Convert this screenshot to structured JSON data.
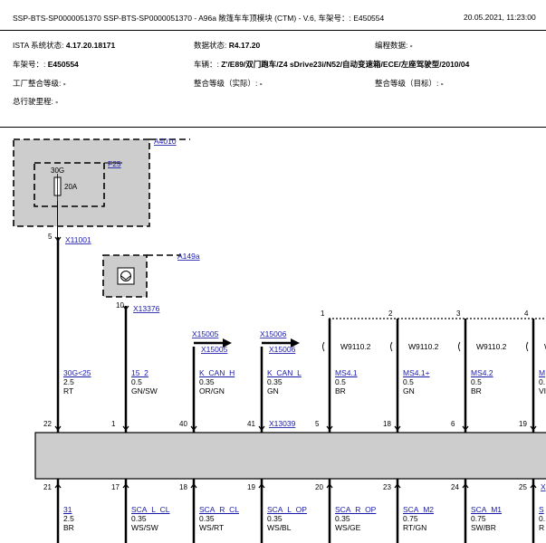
{
  "header": {
    "title": "SSP-BTS-SP0000051370 SSP-BTS-SP0000051370 - A96a 敞篷车车顶模块 (CTM) - V.6, 车架号：: E450554",
    "datetime": "20.05.2021, 11:23:00"
  },
  "info": {
    "ista_label": "ISTA 系统状态: ",
    "ista_value": "4.17.20.18171",
    "data_label": "数据状态: ",
    "data_value": "R4.17.20",
    "prog_label": "编程数据: ",
    "prog_value": "-",
    "vin_label": "车架号：: ",
    "vin_value": "E450554",
    "vehicle_label": "车辆：: ",
    "vehicle_value": "Z'/E89/双门跑车/Z4 sDrive23i/N52/自动变速箱/ECE/左座驾驶型/2010/04",
    "factory_label": "工厂整合等级: ",
    "factory_value": "-",
    "actual_label": "整合等级（实际）: ",
    "actual_value": "-",
    "target_label": "整合等级（目标）: ",
    "target_value": "-",
    "mileage_label": "总行驶里程: ",
    "mileage_value": "-"
  },
  "diagram": {
    "fusebox_id": "A4010",
    "fuse_id": "F25",
    "fuse_terminal": "30G",
    "fuse_rating": "20A",
    "comp_id": "A149a",
    "splices": [
      "W9110.2",
      "W9110.2",
      "W9110.2",
      "W"
    ],
    "splice_pins": [
      "1",
      "2",
      "3",
      "4"
    ],
    "upper_wires": [
      {
        "pin_top": "5",
        "conn": "X11001",
        "signal": "30G<25",
        "size": "2.5",
        "color": "RT",
        "pin_bottom": "22"
      },
      {
        "pin_top": "10",
        "conn": "X13376",
        "signal": "15_2",
        "size": "0.5",
        "color": "GN/SW",
        "pin_bottom": "1"
      },
      {
        "conn": "X15005",
        "signal": "K_CAN_H",
        "size": "0.35",
        "color": "OR/GN",
        "pin_bottom": "40"
      },
      {
        "conn": "X15006",
        "signal": "K_CAN_L",
        "size": "0.35",
        "color": "GN",
        "pin_bottom": "41",
        "conn_bottom": "X13039"
      },
      {
        "signal": "MS4.1",
        "size": "0.5",
        "color": "BR",
        "pin_bottom": "5"
      },
      {
        "signal": "MS4.1+",
        "size": "0.5",
        "color": "GN",
        "pin_bottom": "18"
      },
      {
        "signal": "MS4.2",
        "size": "0.5",
        "color": "BR",
        "pin_bottom": "6"
      },
      {
        "signal": "M",
        "size": "0.",
        "color": "VI",
        "pin_bottom": "19"
      }
    ],
    "lower_wires": [
      {
        "pin": "21",
        "signal": "31",
        "size": "2.5",
        "color": "BR"
      },
      {
        "pin": "17",
        "signal": "SCA_L_CL",
        "size": "0.35",
        "color": "WS/SW"
      },
      {
        "pin": "18",
        "signal": "SCA_R_CL",
        "size": "0.35",
        "color": "WS/RT"
      },
      {
        "pin": "19",
        "signal": "SCA_L_OP",
        "size": "0.35",
        "color": "WS/BL"
      },
      {
        "pin": "20",
        "signal": "SCA_R_OP",
        "size": "0.35",
        "color": "WS/GE"
      },
      {
        "pin": "23",
        "signal": "SCA_M2",
        "size": "0.75",
        "color": "RT/GN"
      },
      {
        "pin": "24",
        "signal": "SCA_M1",
        "size": "0.75",
        "color": "SW/BR"
      },
      {
        "pin": "25",
        "signal": "S",
        "size": "0.",
        "color": "R",
        "conn": "X"
      }
    ]
  }
}
